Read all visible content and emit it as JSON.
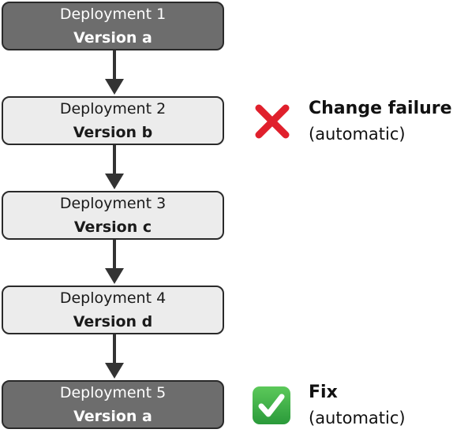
{
  "deployments": [
    {
      "title": "Deployment 1",
      "version": "Version a",
      "style": "dark"
    },
    {
      "title": "Deployment 2",
      "version": "Version b",
      "style": "light"
    },
    {
      "title": "Deployment 3",
      "version": "Version c",
      "style": "light"
    },
    {
      "title": "Deployment 4",
      "version": "Version d",
      "style": "light"
    },
    {
      "title": "Deployment 5",
      "version": "Version a",
      "style": "dark"
    }
  ],
  "annotations": {
    "failure": {
      "heading": "Change failure",
      "detail": "(automatic)",
      "icon": "cross-mark-icon",
      "color": "#e0202c"
    },
    "fix": {
      "heading": "Fix",
      "detail": "(automatic)",
      "icon": "check-mark-icon",
      "color": "#2fa043"
    }
  },
  "colors": {
    "dark_box": "#6d6d6d",
    "light_box": "#ececec",
    "border": "#2a2a2a",
    "arrow": "#333333"
  }
}
